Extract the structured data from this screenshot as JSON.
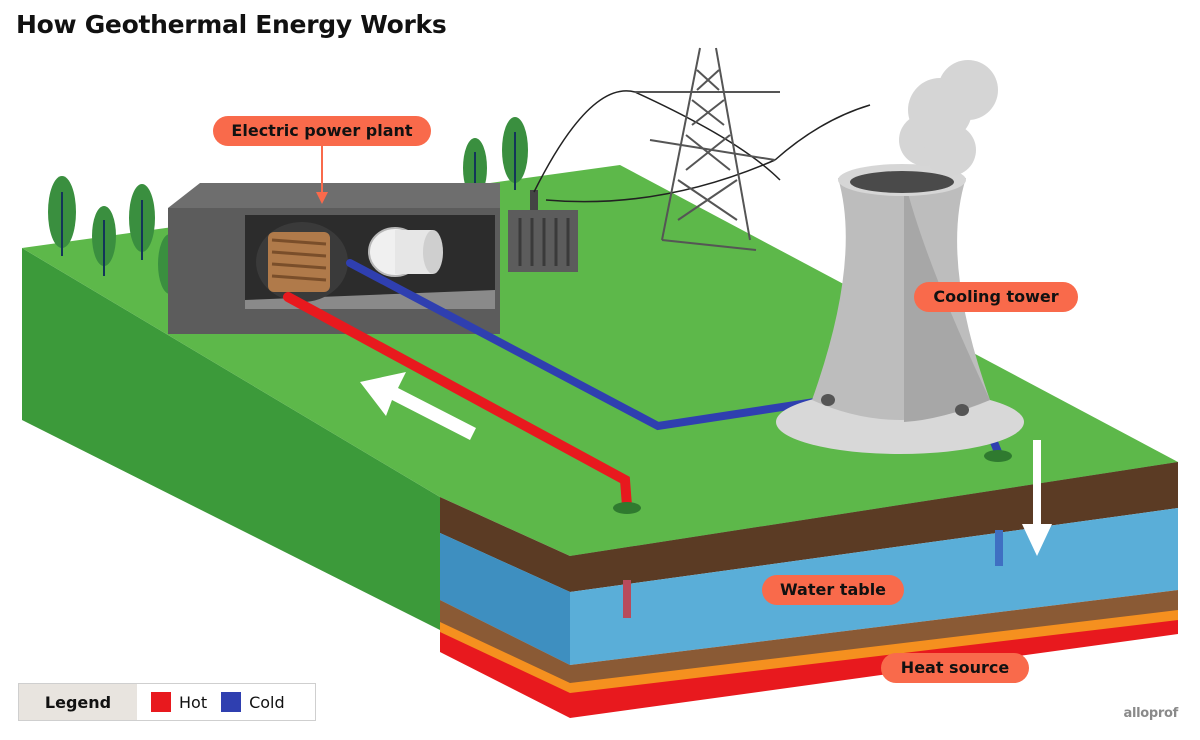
{
  "title": "How Geothermal Energy Works",
  "labels": {
    "power_plant": "Electric power plant",
    "cooling_tower": "Cooling tower",
    "water_table": "Water table",
    "heat_source": "Heat source"
  },
  "legend": {
    "title": "Legend",
    "items": [
      {
        "label": "Hot",
        "color": "#e8191e"
      },
      {
        "label": "Cold",
        "color": "#2f3fb0"
      }
    ]
  },
  "brand": "alloprof",
  "colors": {
    "hot_pipe": "#e8191e",
    "cold_pipe": "#2f3fb0",
    "label_bg": "#f96a4b",
    "grass_top": "#5db84a",
    "grass_side": "#3c9a3a",
    "soil": "#5b3b24",
    "water": "#5aaed8",
    "heat": "#e8191e"
  },
  "icons": [
    "tree-icon",
    "pylon-icon",
    "transformer-icon",
    "turbine-icon",
    "generator-icon",
    "flow-arrow-icon",
    "steam-icon"
  ]
}
